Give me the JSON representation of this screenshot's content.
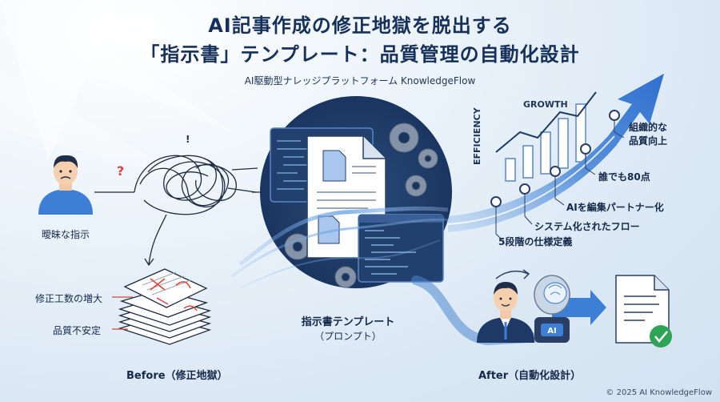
{
  "title_line1": "AI記事作成の修正地獄を脱出する",
  "title_line2": "「指示書」テンプレート：品質管理の自動化設計",
  "subtitle": "AI駆動型ナレッジプラットフォーム KnowledgeFlow",
  "before": {
    "person_label": "曖昧な指示",
    "issue1": "修正工数の増大",
    "issue2": "品質不安定",
    "caption": "Before（修正地獄）",
    "question_mark": "?",
    "exclaim_mark": "!"
  },
  "center": {
    "caption_line1": "指示書テンプレート",
    "caption_line2": "（プロンプト）"
  },
  "growth": {
    "efficiency_label": "EFFICIENCY",
    "growth_label": "GROWTH",
    "milestones": [
      {
        "label": "5段階の仕様定義"
      },
      {
        "label": "システム化されたフロー"
      },
      {
        "label": "AIを編集パートナー化"
      },
      {
        "label": "誰でも80点"
      },
      {
        "label_line1": "組織的な",
        "label_line2": "品質向上"
      }
    ]
  },
  "after": {
    "caption": "After（自動化設計）",
    "ai_badge": "AI"
  },
  "copyright": "© 2025 AI KnowledgeFlow",
  "colors": {
    "navy": "#16305a",
    "accent_blue": "#3d7fd6",
    "red": "#d9443a",
    "green": "#2fa356"
  }
}
